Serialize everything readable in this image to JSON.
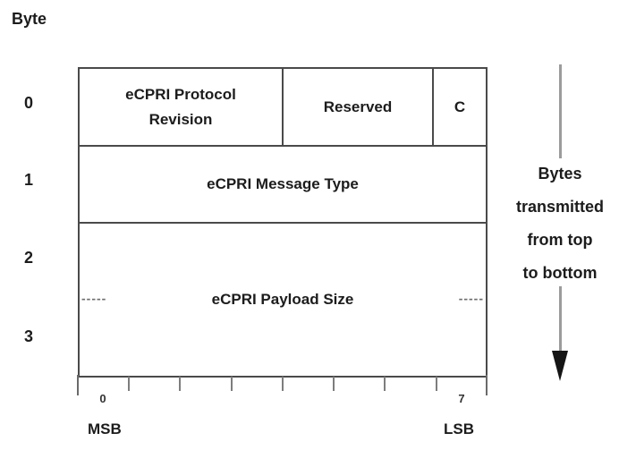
{
  "colors": {
    "background": "#ffffff",
    "border": "#4a4a4a",
    "text": "#1c1c1c",
    "tick": "#7d7d7d",
    "arrow_line": "#9b9b9b",
    "arrow_head": "#151515"
  },
  "byte_axis": {
    "title": "Byte",
    "numbers": [
      "0",
      "1",
      "2",
      "3"
    ]
  },
  "fields": {
    "protocol_revision": "eCPRI Protocol\nRevision",
    "reserved": "Reserved",
    "c_bit": "C",
    "message_type": "eCPRI Message Type",
    "payload_size": "eCPRI Payload Size",
    "continuation_dashes": "-----"
  },
  "bit_scale": {
    "first_bit": "0",
    "last_bit": "7",
    "msb_label": "MSB",
    "lsb_label": "LSB"
  },
  "side_note": {
    "text": "Bytes\ntransmitted\nfrom top\nto bottom"
  }
}
